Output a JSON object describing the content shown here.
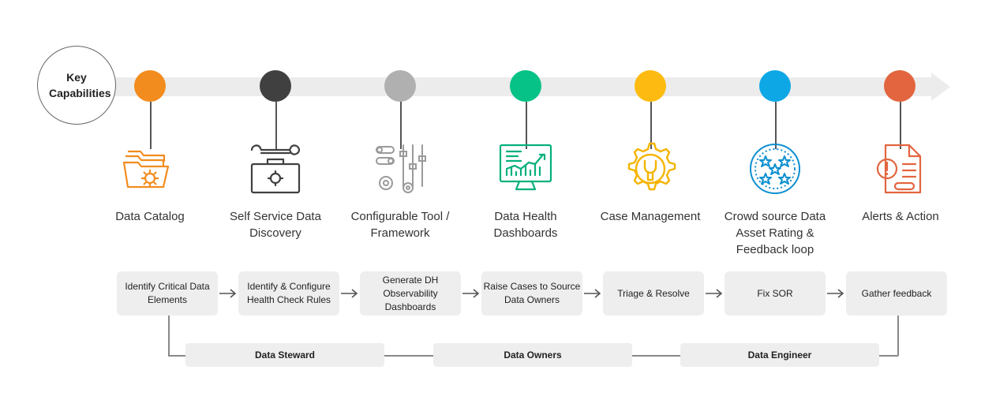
{
  "key_capabilities": "Key Capabilities",
  "capabilities": [
    {
      "label": "Data Catalog",
      "color": "#f28c1e",
      "icon": "folders-gear-icon"
    },
    {
      "label": "Self Service Data Discovery",
      "color": "#404040",
      "icon": "toolbox-wrench-icon"
    },
    {
      "label": "Configurable Tool / Framework",
      "color": "#b0b0b0",
      "icon": "sliders-gears-icon"
    },
    {
      "label": "Data Health Dashboards",
      "color": "#06c286",
      "icon": "monitor-chart-icon"
    },
    {
      "label": "Case Management",
      "color": "#fdbb11",
      "icon": "gear-wrench-icon"
    },
    {
      "label": "Crowd source Data Asset Rating & Feedback loop",
      "color": "#0ea7e6",
      "icon": "stars-circle-icon"
    },
    {
      "label": "Alerts & Action",
      "color": "#e2653f",
      "icon": "document-alert-icon"
    }
  ],
  "steps": [
    "Identify Critical Data Elements",
    "Identify & Configure Health Check Rules",
    "Generate DH Observability Dashboards",
    "Raise Cases to Source Data Owners",
    "Triage & Resolve",
    "Fix SOR",
    "Gather feedback"
  ],
  "roles": [
    "Data Steward",
    "Data Owners",
    "Data Engineer"
  ]
}
